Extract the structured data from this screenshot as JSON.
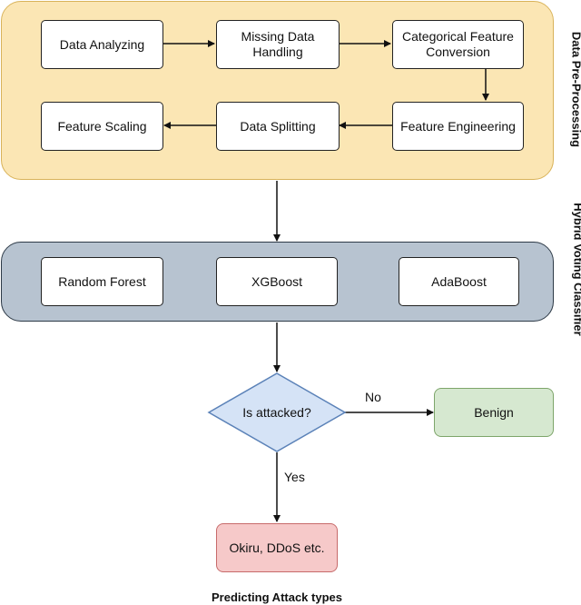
{
  "groups": {
    "preprocessing": "Data Pre-Processing",
    "classifier": "Hybrid Voting Classifier"
  },
  "nodes": {
    "data_analyzing": "Data Analyzing",
    "missing_data": "Missing Data\nHandling",
    "categorical": "Categorical Feature\nConversion",
    "feature_engineering": "Feature Engineering",
    "data_splitting": "Data Splitting",
    "feature_scaling": "Feature Scaling",
    "random_forest": "Random Forest",
    "xgboost": "XGBoost",
    "adaboost": "AdaBoost",
    "decision": "Is attacked?",
    "benign": "Benign",
    "attack": "Okiru, DDoS etc."
  },
  "edges": {
    "no_label": "No",
    "yes_label": "Yes"
  },
  "caption": "Predicting Attack types",
  "colors": {
    "preprocessing_fill": "#fbe6b4",
    "classifier_fill": "#b7c3d0",
    "decision_fill": "#d5e3f6",
    "benign_fill": "#d6e8d0",
    "attack_fill": "#f6c9c9"
  }
}
